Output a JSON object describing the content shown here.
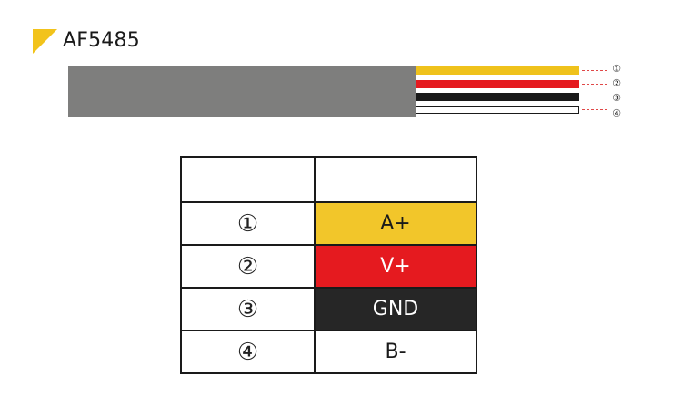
{
  "title": "AF5485",
  "colors": {
    "accent": "#f2c31b",
    "cable_jacket": "#7e7e7d",
    "leader_line": "#e04848"
  },
  "wires": [
    {
      "number": "①",
      "color": "#efc21c"
    },
    {
      "number": "②",
      "color": "#e51a1f"
    },
    {
      "number": "③",
      "color": "#1a1a1a"
    },
    {
      "number": "④",
      "color": "#ffffff"
    }
  ],
  "table": {
    "headers": [
      "",
      ""
    ],
    "rows": [
      {
        "number": "①",
        "signal": "A+",
        "bg": "#f2c62a",
        "fg": "#1a1a1a"
      },
      {
        "number": "②",
        "signal": "V+",
        "bg": "#e51a1f",
        "fg": "#ffffff"
      },
      {
        "number": "③",
        "signal": "GND",
        "bg": "#262626",
        "fg": "#ffffff"
      },
      {
        "number": "④",
        "signal": "B-",
        "bg": "#ffffff",
        "fg": "#1a1a1a"
      }
    ]
  }
}
